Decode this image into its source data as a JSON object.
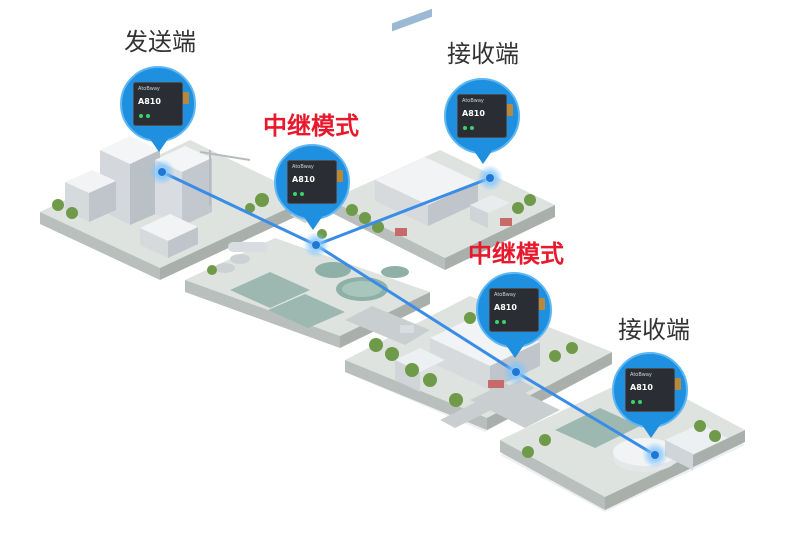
{
  "labels": {
    "sender": "发送端",
    "relay_1": "中继模式",
    "receiver_1": "接收端",
    "relay_2": "中继模式",
    "receiver_2": "接收端"
  },
  "device": {
    "brand": "AtoBway",
    "model": "A810"
  },
  "colors": {
    "link_line": "#3a8de6",
    "relay_text": "#e8192c",
    "label_text": "#333333",
    "device_pin": "#1f8fe0"
  }
}
